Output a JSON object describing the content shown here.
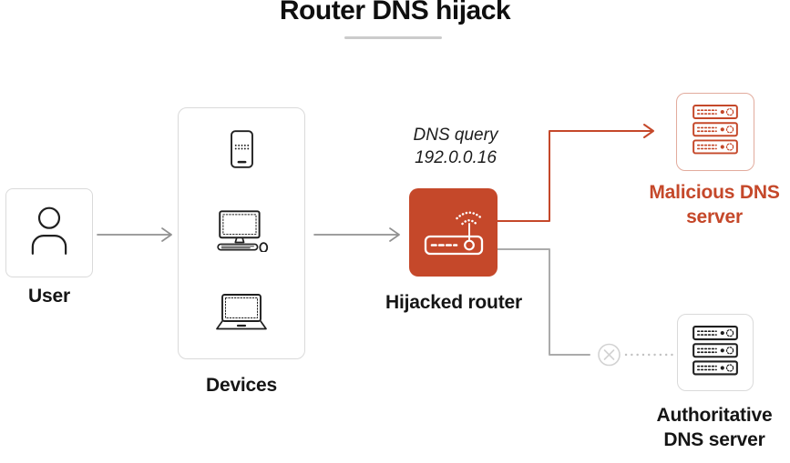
{
  "title": "Router DNS hijack",
  "colors": {
    "accent_red": "#C5482A",
    "connector_gray": "#909090",
    "blocked_gray": "#cfcfcf",
    "border_gray": "#dadada",
    "text_dark": "#151515"
  },
  "nodes": {
    "user": {
      "label": "User",
      "icon": "person-icon"
    },
    "devices": {
      "label": "Devices",
      "icons": [
        "smartphone-icon",
        "desktop-computer-icon",
        "laptop-icon"
      ]
    },
    "hijacked_router": {
      "label": "Hijacked router",
      "icon": "wifi-router-icon"
    },
    "malicious_dns": {
      "label": "Malicious DNS server",
      "icon": "server-stack-icon"
    },
    "authoritative_dns": {
      "label": "Authoritative DNS server",
      "icon": "server-stack-icon"
    }
  },
  "annotation": {
    "dns_query_line1": "DNS query",
    "dns_query_line2": "192.0.0.16"
  },
  "edges": [
    {
      "from": "User",
      "to": "Devices",
      "type": "solid-arrow",
      "color": "gray"
    },
    {
      "from": "Devices",
      "to": "Hijacked router",
      "type": "solid-arrow",
      "color": "gray"
    },
    {
      "from": "Hijacked router",
      "to": "Malicious DNS server",
      "type": "solid-arrow",
      "color": "red"
    },
    {
      "from": "Hijacked router",
      "to": "Authoritative DNS server",
      "type": "dotted-blocked",
      "color": "gray",
      "blocked": true
    }
  ]
}
